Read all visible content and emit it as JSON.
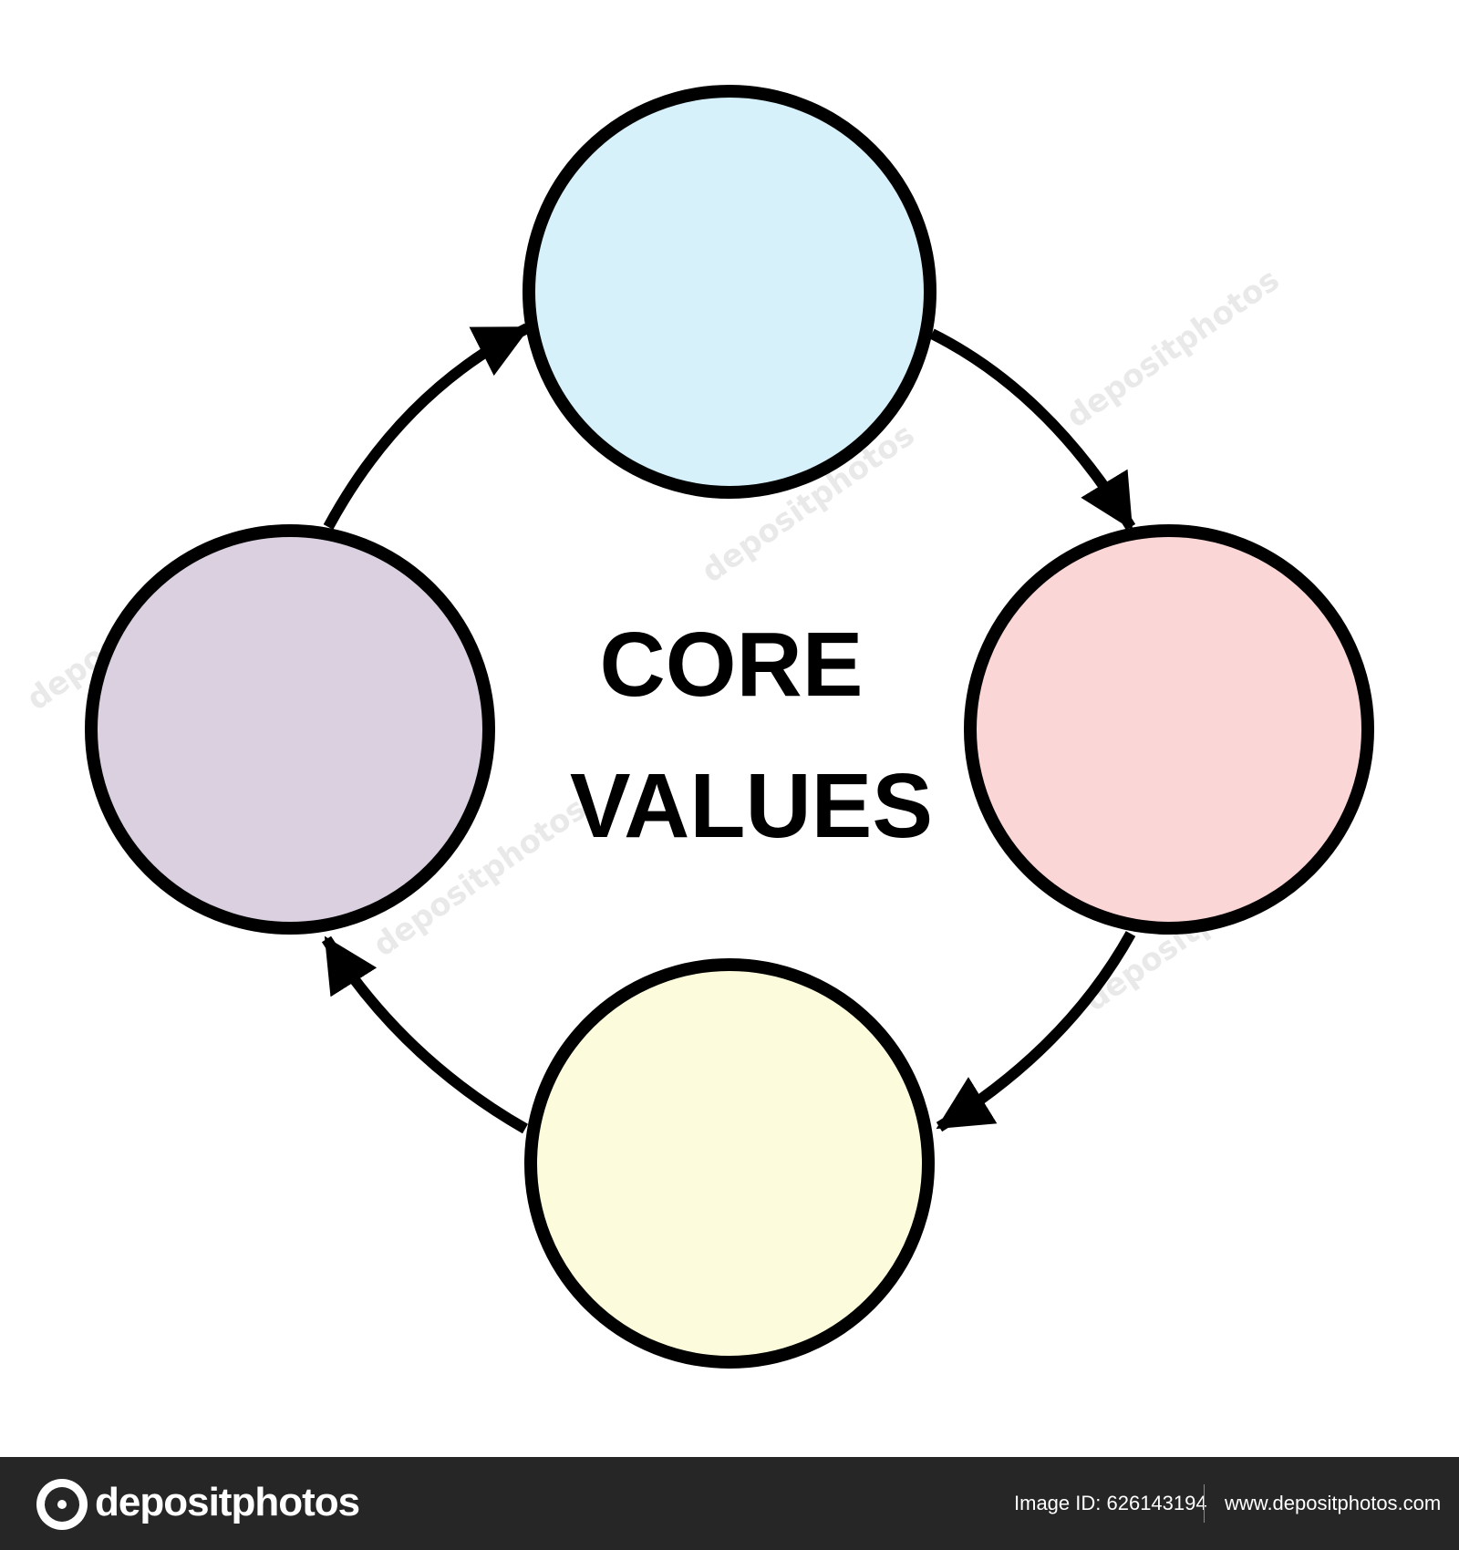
{
  "center_label": {
    "line1": "CORE",
    "line2": "VALUES"
  },
  "nodes": [
    {
      "name": "node-top",
      "fill": "#d7f1fb"
    },
    {
      "name": "node-right",
      "fill": "#fbd6d6"
    },
    {
      "name": "node-bottom",
      "fill": "#fcfcdc"
    },
    {
      "name": "node-left",
      "fill": "#dad0df"
    }
  ],
  "colors": {
    "outline": "#000000",
    "arrow": "#000000",
    "footer_bg": "#262626"
  },
  "watermark": "depositphotos",
  "footer": {
    "brand": "depositphotos",
    "image_id": "Image ID: 626143194",
    "site": "www.depositphotos.com"
  }
}
